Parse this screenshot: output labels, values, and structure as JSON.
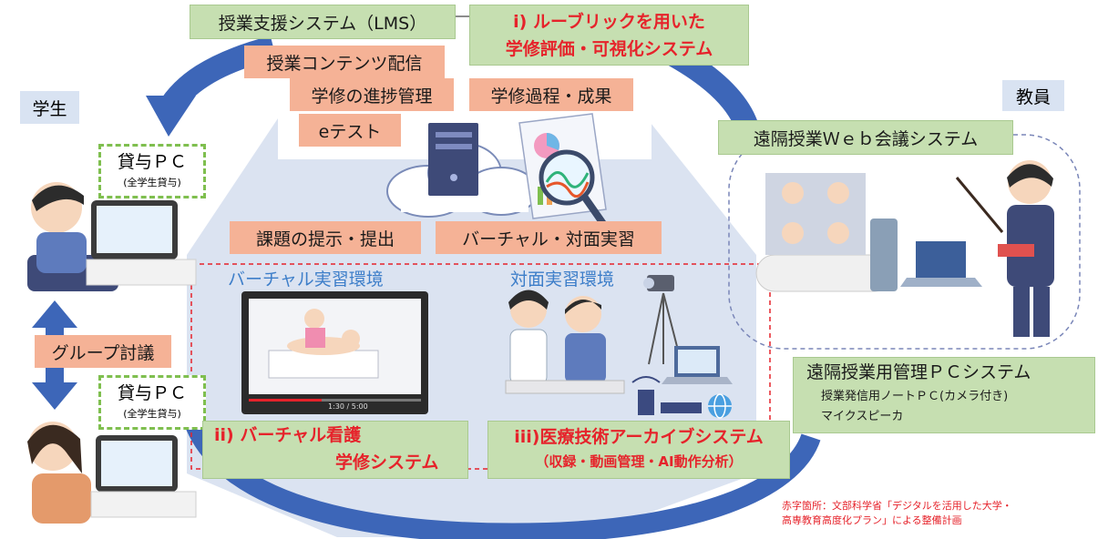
{
  "lms": {
    "title": "授業支援システム（LMS）",
    "items": [
      "授業コンテンツ配信",
      "学修の進捗管理",
      "eテスト"
    ],
    "outcome": "学修過程・成果"
  },
  "rubric": {
    "line1": "i) ルーブリックを用いた",
    "line2": "学修評価・可視化システム"
  },
  "students": {
    "label": "学生",
    "pc1": {
      "line1": "貸与ＰＣ",
      "line2": "(全学生貸与)"
    },
    "pc2": {
      "line1": "貸与ＰＣ",
      "line2": "(全学生貸与)"
    },
    "group": "グループ討議"
  },
  "teacher": {
    "label": "教員",
    "web": "遠隔授業Ｗｅｂ会議システム",
    "mgmt": {
      "title": "遠隔授業用管理ＰＣシステム",
      "line1": "授業発信用ノートＰＣ(カメラ付き)",
      "line2": "マイクスピーカ"
    }
  },
  "tasks": {
    "assign": "課題の提示・提出",
    "practice": "バーチャル・対面実習"
  },
  "environments": {
    "virtual": "バーチャル実習環境",
    "face": "対面実習環境"
  },
  "systems": {
    "virtual": {
      "line1": "ii) バーチャル看護",
      "line2": "学修システム"
    },
    "archive": {
      "line1": "iii)医療技術アーカイブシステム",
      "line2": "（収録・動画管理・AI動作分析）"
    }
  },
  "video_time": "1:30 / 5:00",
  "footnote": {
    "line1": "赤字箇所：文部科学省「デジタルを活用した大学・",
    "line2": "高専教育高度化プラン」による整備計画"
  },
  "colors": {
    "green": "#c6dfb1",
    "salmon": "#f5b296",
    "red": "#e6232b",
    "blue_arrow": "#3d66b8",
    "hexagon": "#dbe3f1"
  },
  "icons": [
    "cloud-icon",
    "server-icon",
    "report-chart-icon",
    "magnifier-icon",
    "tripod-camera-icon",
    "wifi-router-icon",
    "globe-icon",
    "laptop-icon",
    "monitor-icon"
  ]
}
